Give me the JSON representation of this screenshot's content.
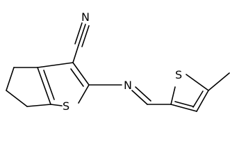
{
  "structure": {
    "atoms": {
      "nitrile_n": "N",
      "ring_s": "S",
      "imine_n": "N",
      "thiophene_s": "S"
    }
  }
}
